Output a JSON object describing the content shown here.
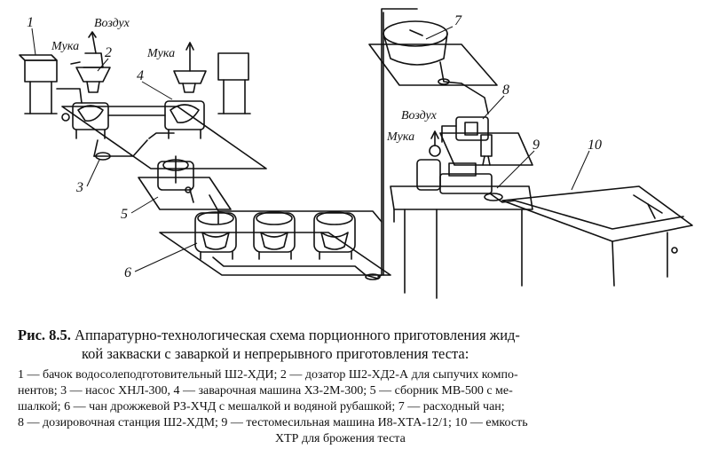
{
  "labels": {
    "n1": "1",
    "n2": "2",
    "n3": "3",
    "n4": "4",
    "n5": "5",
    "n6": "6",
    "n7": "7",
    "n8": "8",
    "n9": "9",
    "n10": "10",
    "air": "Воздух",
    "flour": "Мука"
  },
  "caption": {
    "fig_label": "Рис. 8.5.",
    "title_line1": "Аппаратурно-технологическая схема порционного приготовления жид-",
    "title_line2": "кой закваски с заваркой и непрерывного приготовления теста:",
    "legend": [
      "1 — бачок водосолеподготовительный Ш2-ХДИ; 2 — дозатор Ш2-ХД2-А для сыпучих компо-",
      "нентов; 3 — насос ХНЛ-300, 4 — заварочная машина ХЗ-2М-300; 5 — сборник МВ-500 с ме-",
      "шалкой; 6 — чан дрожжевой РЗ-ХЧД с мешалкой и водяной рубашкой; 7 — расходный чан;",
      "8 — дозировочная станция Ш2-ХДМ; 9 — тестомесильная машина И8-ХТА-12/1; 10 — емкость",
      "ХТР для брожения теста"
    ]
  }
}
